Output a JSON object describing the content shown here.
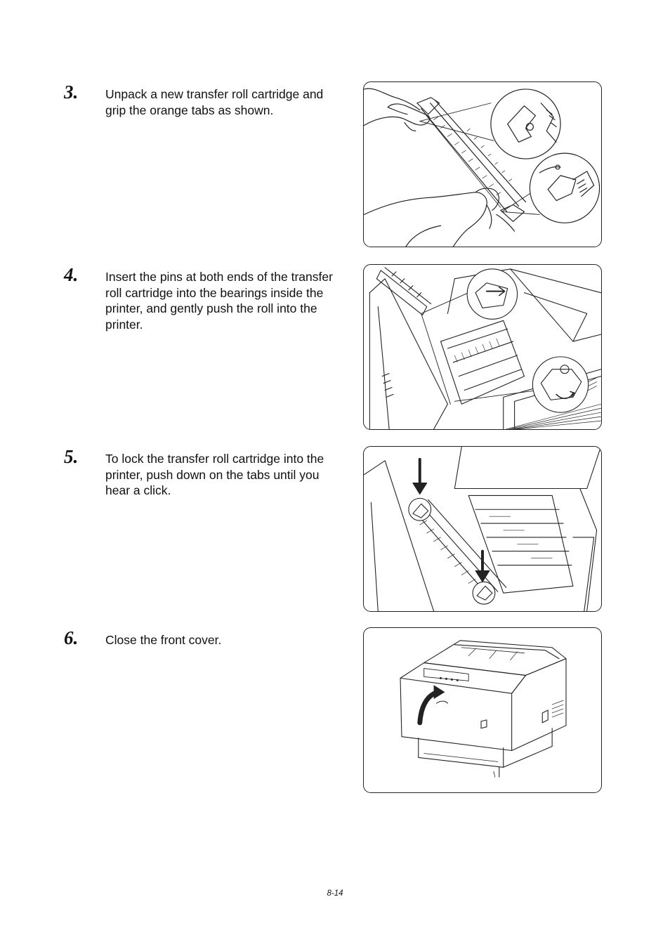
{
  "steps": [
    {
      "number": "3.",
      "text": "Unpack a new transfer roll cartridge and grip the orange tabs as shown.",
      "illustration": "hands-gripping-transfer-roll-cartridge"
    },
    {
      "number": "4.",
      "text": "Insert the pins at both ends of the transfer roll cartridge into the bearings inside the printer, and gently push the roll into the printer.",
      "illustration": "inserting-cartridge-into-printer"
    },
    {
      "number": "5.",
      "text": "To lock the transfer roll cartridge into the printer, push down on the tabs until you hear a click.",
      "illustration": "pushing-down-tabs"
    },
    {
      "number": "6.",
      "text": "Close the front cover.",
      "illustration": "closing-front-cover"
    }
  ],
  "footer": {
    "page_number": "8-14"
  }
}
